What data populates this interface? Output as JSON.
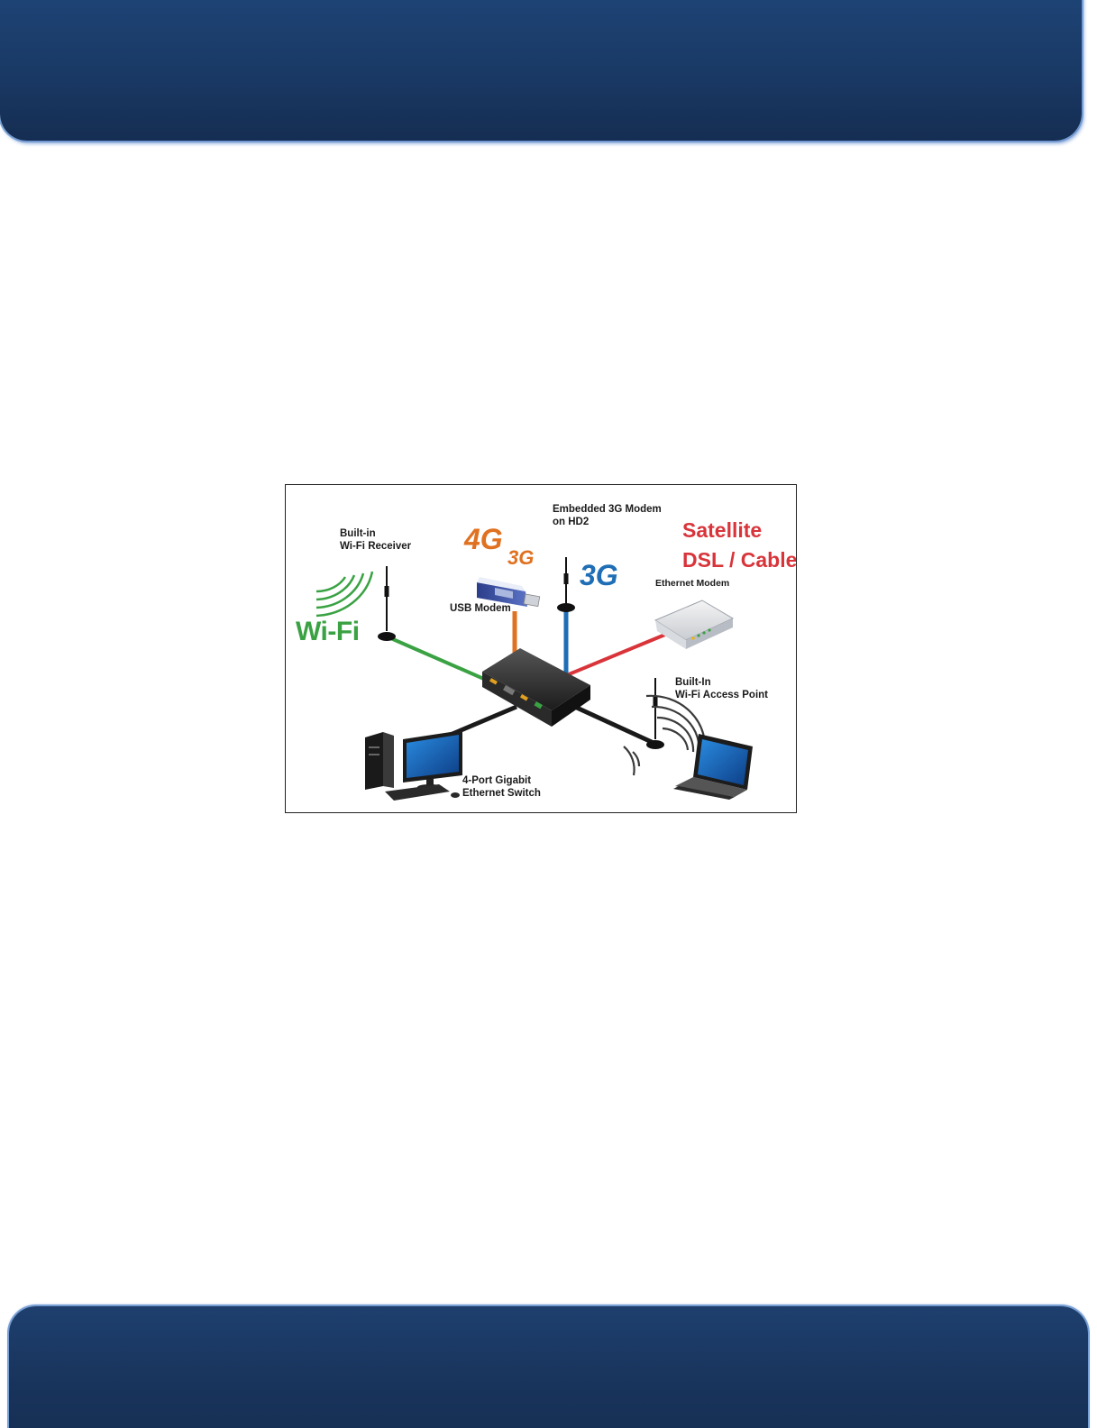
{
  "diagram": {
    "labels": {
      "wifi_receiver_line1": "Built-in",
      "wifi_receiver_line2": "Wi-Fi Receiver",
      "wifi": "Wi-Fi",
      "big_4g": "4G",
      "big_3g_small": "3G",
      "usb_modem": "USB Modem",
      "embedded_line1": "Embedded 3G Modem",
      "embedded_line2": "on HD2",
      "big_3g": "3G",
      "satellite": "Satellite",
      "dsl_cable": "DSL / Cable",
      "ethernet_modem": "Ethernet Modem",
      "access_point_line1": "Built-In",
      "access_point_line2": "Wi-Fi Access Point",
      "switch_line1": "4-Port Gigabit",
      "switch_line2": "Ethernet Switch"
    },
    "colors": {
      "wifi": "#3aa243",
      "cellular_usb": "#e07120",
      "cellular_embedded": "#1f6eb5",
      "wired_wan": "#d8343a",
      "lan": "#1a1a1a"
    }
  }
}
